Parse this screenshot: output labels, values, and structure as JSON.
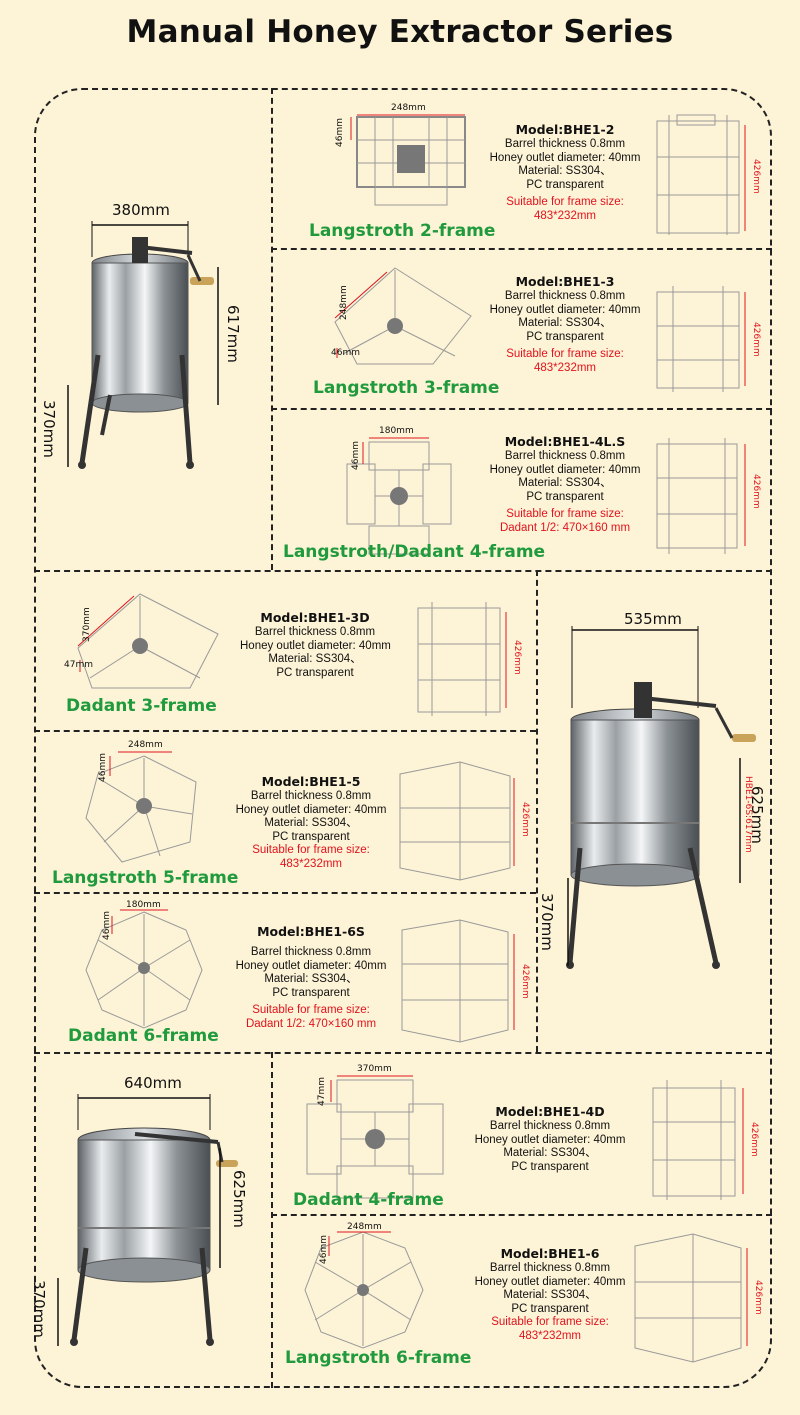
{
  "title": "Manual Honey Extractor Series",
  "extractors": {
    "small": {
      "width": "380mm",
      "height": "617mm",
      "leg": "370mm"
    },
    "medium": {
      "width": "535mm",
      "height": "625mm",
      "leg": "370mm",
      "note": "HBE1-6S:617mm"
    },
    "large": {
      "width": "640mm",
      "height": "625mm",
      "leg": "370mm"
    }
  },
  "models": [
    {
      "model": "Model:BHE1-2",
      "thickness": "Barrel thickness 0.8mm",
      "outlet": "Honey outlet diameter: 40mm",
      "material": "Material: SS304、",
      "material2": "PC transparent",
      "suit": "Suitable for frame size:",
      "size": "483*232mm",
      "label": "Langstroth 2-frame",
      "dimA": "248mm",
      "dimB": "46mm",
      "basket": "426mm"
    },
    {
      "model": "Model:BHE1-3",
      "thickness": "Barrel thickness 0.8mm",
      "outlet": "Honey outlet diameter: 40mm",
      "material": "Material: SS304、",
      "material2": "PC transparent",
      "suit": "Suitable for frame size:",
      "size": "483*232mm",
      "label": "Langstroth 3-frame",
      "dimA": "248mm",
      "dimB": "46mm",
      "basket": "426mm"
    },
    {
      "model": "Model:BHE1-4L.S",
      "thickness": "Barrel thickness 0.8mm",
      "outlet": "Honey outlet diameter: 40mm",
      "material": "Material: SS304、",
      "material2": "PC transparent",
      "suit": "Suitable for frame size:",
      "size": "Dadant 1/2: 470×160 mm",
      "label": "Langstroth/Dadant 4-frame",
      "dimA": "180mm",
      "dimB": "46mm",
      "basket": "426mm"
    },
    {
      "model": "Model:BHE1-3D",
      "thickness": "Barrel thickness 0.8mm",
      "outlet": "Honey outlet diameter: 40mm",
      "material": "Material: SS304、",
      "material2": "PC transparent",
      "label": "Dadant 3-frame",
      "dimA": "370mm",
      "dimB": "47mm",
      "basket": "426mm"
    },
    {
      "model": "Model:BHE1-5",
      "thickness": "Barrel thickness 0.8mm",
      "outlet": "Honey outlet diameter: 40mm",
      "material": "Material: SS304、",
      "material2": "PC transparent",
      "suit": "Suitable for frame size:",
      "size": "483*232mm",
      "label": "Langstroth 5-frame",
      "dimA": "248mm",
      "dimB": "46mm",
      "basket": "426mm"
    },
    {
      "model": "Model:BHE1-6S",
      "thickness": "Barrel thickness 0.8mm",
      "outlet": "Honey outlet diameter: 40mm",
      "material": "Material: SS304、",
      "material2": "PC transparent",
      "suit": "Suitable for frame size:",
      "size": "Dadant 1/2: 470×160 mm",
      "label": "Dadant 6-frame",
      "dimA": "180mm",
      "dimB": "46mm",
      "basket": "426mm"
    },
    {
      "model": "Model:BHE1-4D",
      "thickness": "Barrel thickness 0.8mm",
      "outlet": "Honey outlet diameter: 40mm",
      "material": "Material: SS304、",
      "material2": "PC transparent",
      "label": "Dadant 4-frame",
      "dimA": "370mm",
      "dimB": "47mm",
      "basket": "426mm"
    },
    {
      "model": "Model:BHE1-6",
      "thickness": "Barrel thickness 0.8mm",
      "outlet": "Honey outlet diameter: 40mm",
      "material": "Material: SS304、",
      "material2": "PC transparent",
      "suit": "Suitable for frame size:",
      "size": "483*232mm",
      "label": "Langstroth 6-frame",
      "dimA": "248mm",
      "dimB": "46mm",
      "basket": "426mm"
    }
  ],
  "colors": {
    "background": "#fdf3d6",
    "label_green": "#1f9a3c",
    "spec_red": "#e0141e"
  }
}
